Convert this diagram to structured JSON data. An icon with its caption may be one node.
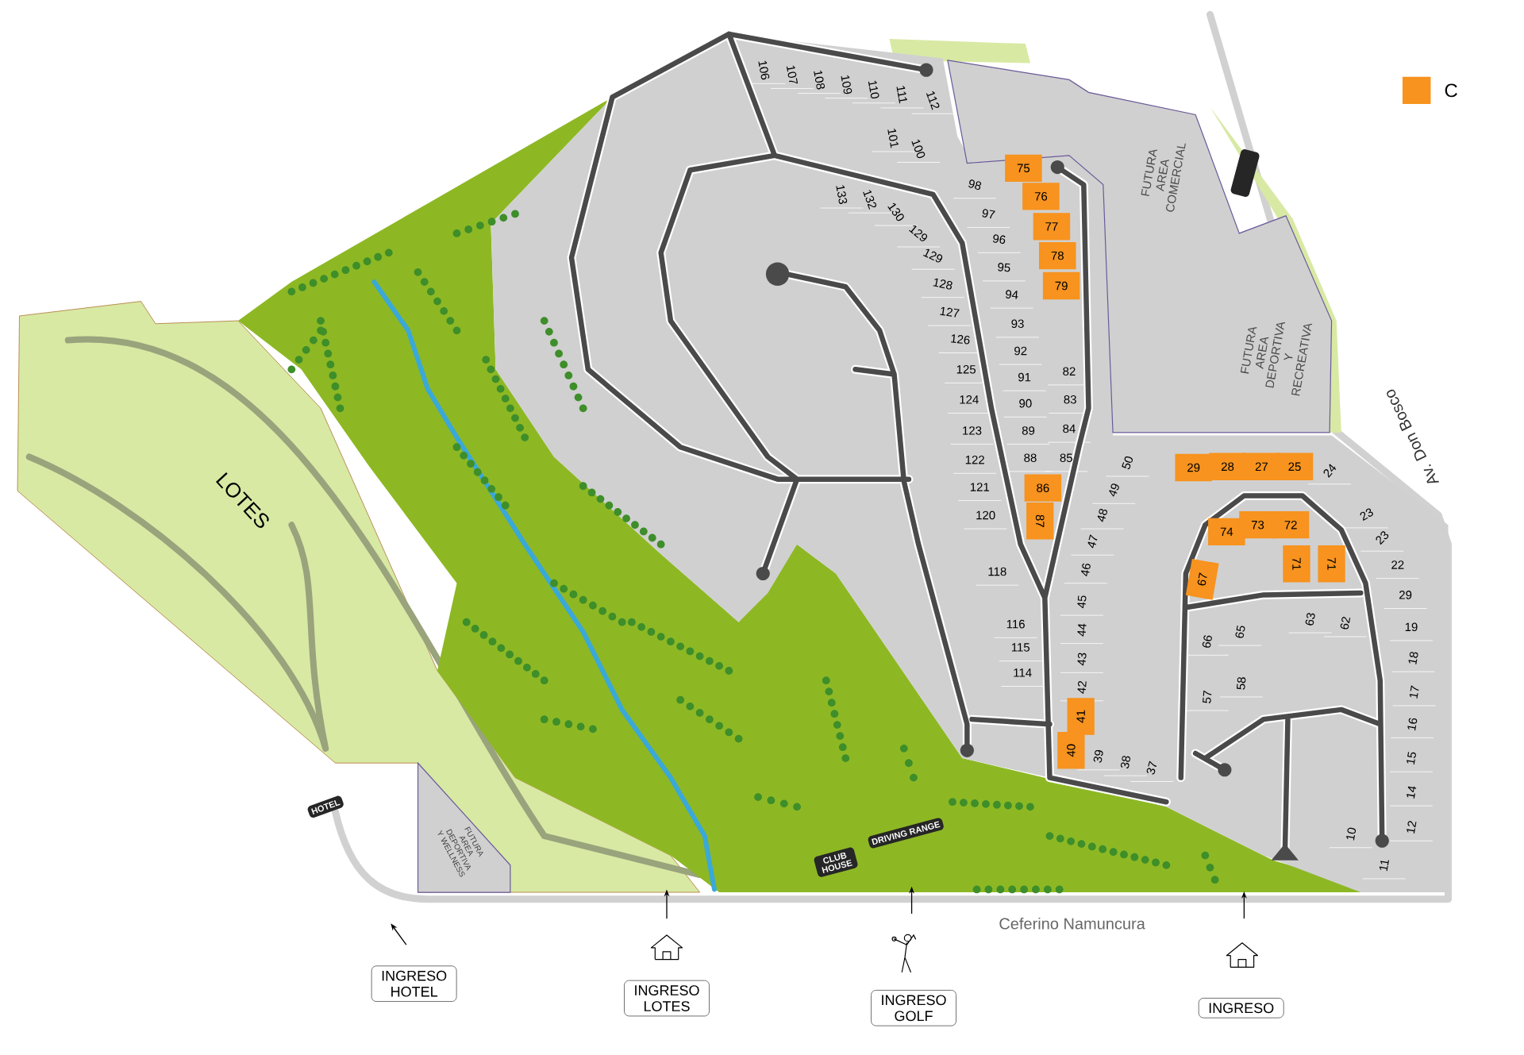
{
  "diagram": {
    "nodes": [
      {
        "text": [],
        "shape": "box"
      },
      {
        "text": [
          "HOTEL"
        ]
      },
      {
        "text": [
          "DRIVING RANGE"
        ]
      },
      {
        "text": [
          "CLUB HOUSE"
        ]
      },
      {
        "text": [
          "INGRESO HOTEL"
        ]
      },
      {
        "text": [
          "INGRESO LOTES"
        ]
      },
      {
        "text": [
          "INGRESO GOLF"
        ]
      },
      {
        "text": [
          "INGRESO"
        ]
      }
    ],
    "labels": [
      "LOTES",
      "FUTURA AREA COMERCIAL",
      "FUTURA AREA DEPORTIVA Y RECREATIVA",
      "FUTURA AREA DEPORTIVA Y WELLNESS",
      "Av. Don Bosco",
      "Ceferino Namuncura",
      "106",
      "107",
      "108",
      "109",
      "110",
      "111",
      "112",
      "101",
      "100",
      "133",
      "132",
      "130",
      "129",
      "129",
      "128",
      "127",
      "126",
      "125",
      "124",
      "123",
      "122",
      "121",
      "120",
      "118",
      "116",
      "115",
      "114",
      "98",
      "97",
      "96",
      "95",
      "94",
      "93",
      "92",
      "91",
      "90",
      "89",
      "88",
      "75",
      "76",
      "77",
      "78",
      "79",
      "82",
      "83",
      "84",
      "85",
      "86",
      "87",
      "50",
      "49",
      "48",
      "47",
      "46",
      "45",
      "44",
      "43",
      "42",
      "41",
      "40",
      "39",
      "38",
      "37",
      "29",
      "28",
      "27",
      "25",
      "24",
      "74",
      "73",
      "72",
      "67",
      "71",
      "71",
      "66",
      "65",
      "63",
      "62",
      "57",
      "58",
      "23",
      "23",
      "22",
      "29",
      "19",
      "18",
      "17",
      "16",
      "15",
      "14",
      "12",
      "10",
      "11"
    ],
    "legend": [
      {
        "text": "C",
        "color": "#f7931e"
      }
    ]
  }
}
